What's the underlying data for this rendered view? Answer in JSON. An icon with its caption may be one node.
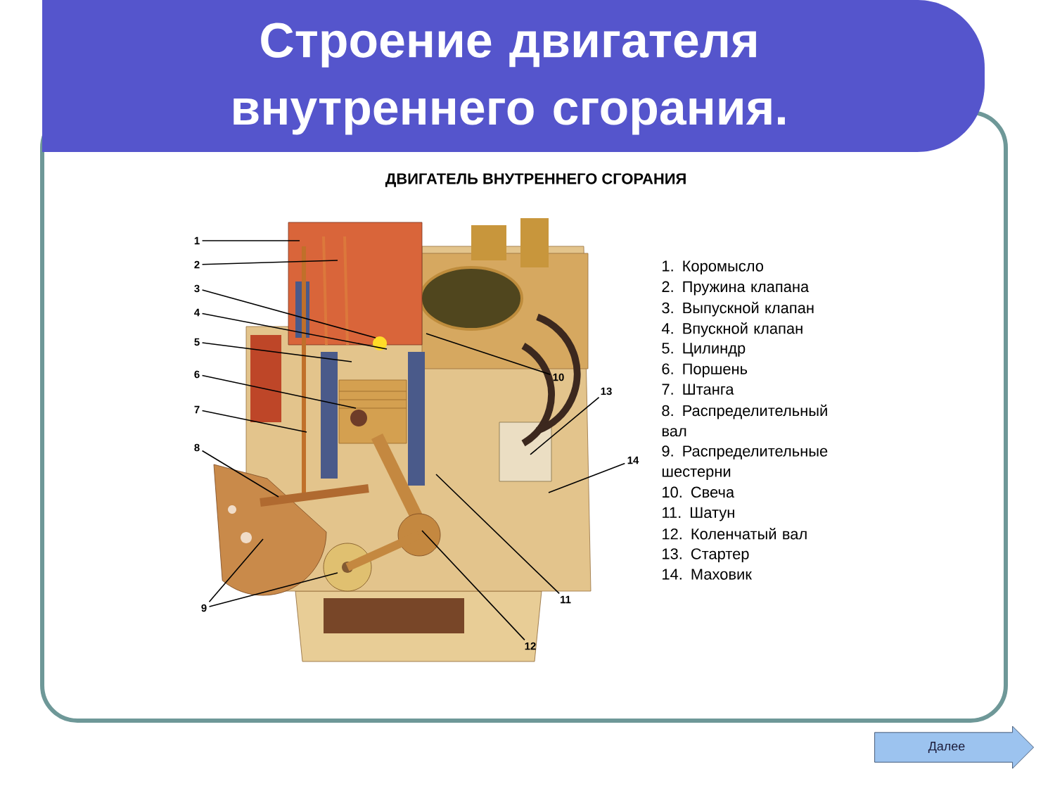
{
  "diagram": {
    "title": "Строение двигателя внутреннего сгорания.",
    "nodes": [
      {
        "text": [
          "1"
        ]
      },
      {
        "text": [
          "2"
        ]
      },
      {
        "text": [
          "3"
        ]
      },
      {
        "text": [
          "4"
        ]
      },
      {
        "text": [
          "5"
        ]
      },
      {
        "text": [
          "6"
        ]
      },
      {
        "text": [
          "7"
        ]
      },
      {
        "text": [
          "8"
        ]
      },
      {
        "text": [
          "9"
        ]
      },
      {
        "text": [
          "10"
        ]
      },
      {
        "text": [
          "11"
        ]
      },
      {
        "text": [
          "12"
        ]
      },
      {
        "text": [
          "13"
        ]
      },
      {
        "text": [
          "14"
        ]
      },
      {
        "text": [
          "Далее"
        ]
      }
    ],
    "edges": [
      {
        "from": 0,
        "to": null,
        "arrow": "none"
      },
      {
        "from": 1,
        "to": null,
        "arrow": "none"
      },
      {
        "from": 2,
        "to": null,
        "arrow": "none"
      },
      {
        "from": 3,
        "to": null,
        "arrow": "none"
      },
      {
        "from": 4,
        "to": null,
        "arrow": "none"
      },
      {
        "from": 5,
        "to": null,
        "arrow": "none"
      },
      {
        "from": 6,
        "to": null,
        "arrow": "none"
      },
      {
        "from": 7,
        "to": null,
        "arrow": "none"
      },
      {
        "from": 8,
        "to": null,
        "arrow": "none"
      },
      {
        "from": 8,
        "to": null,
        "arrow": "none"
      },
      {
        "from": 9,
        "to": null,
        "arrow": "none"
      },
      {
        "from": 10,
        "to": null,
        "arrow": "none"
      },
      {
        "from": 11,
        "to": null,
        "arrow": "none"
      },
      {
        "from": 12,
        "to": null,
        "arrow": "none"
      },
      {
        "from": 13,
        "to": null,
        "arrow": "none"
      }
    ],
    "labels": [
      "ДВИГАТЕЛЬ ВНУТРЕННЕГО СГОРАНИЯ",
      "1. Коромысло",
      "2. Пружина клапана",
      "3. Выпускной клапан",
      "4. Впускной клапан",
      "5. Цилиндр",
      "6. Поршень",
      "7. Штанга",
      "8. Распределительный вал",
      "9. Распределительные шестерни",
      "10. Свеча",
      "11. Шатун",
      "12. Коленчатый вал",
      "13. Стартер",
      "14. Маховик"
    ]
  }
}
